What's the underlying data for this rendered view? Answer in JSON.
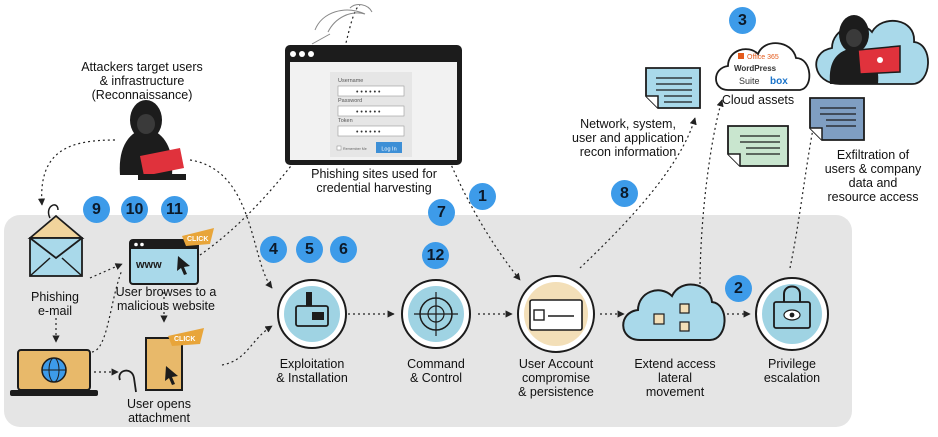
{
  "labels": {
    "reconnaissance": [
      "Attackers target users",
      "& infrastructure",
      "(Reconnaissance)"
    ],
    "phishing_sites": [
      "Phishing sites used for",
      "credential harvesting"
    ],
    "network_recon": [
      "Network, system,",
      "user and application",
      "recon information"
    ],
    "cloud_assets": "Cloud assets",
    "exfiltration": [
      "Exfiltration of",
      "users & company",
      "data and",
      "resource access"
    ],
    "phishing_email": [
      "Phishing",
      "e-mail"
    ],
    "malicious_website": [
      "User browses to a",
      "malicious website"
    ],
    "opens_attachment": [
      "User opens",
      "attachment"
    ],
    "exploitation": [
      "Exploitation",
      "& Installation"
    ],
    "command_control": [
      "Command",
      "& Control"
    ],
    "account_compromise": [
      "User Account",
      "compromise",
      "& persistence"
    ],
    "extend_access": [
      "Extend access",
      "lateral",
      "movement"
    ],
    "privilege_escalation": [
      "Privilege",
      "escalation"
    ]
  },
  "badges": {
    "b1": "1",
    "b2": "2",
    "b3": "3",
    "b4": "4",
    "b5": "5",
    "b6": "6",
    "b7": "7",
    "b8": "8",
    "b9": "9",
    "b10": "10",
    "b11": "11",
    "b12": "12"
  },
  "login_form": {
    "username_label": "Username",
    "password_label": "Password",
    "token_label": "Token",
    "dots": "• • • • • •",
    "remember": "Remember Me",
    "login_button": "Log In"
  },
  "cloud_logos": {
    "office": "Office 365",
    "wordpress": "WordPress",
    "suite": "Suite",
    "box": "box"
  },
  "browser_text": "www",
  "click_text": "CLICK",
  "colors": {
    "panel": "#e5e5e5",
    "badge": "#3d9be9",
    "stage_circle": "#9fd3e3",
    "doc_blue": "#a9d9ea",
    "doc_green": "#c9e6cf",
    "doc_navy": "#7f9ec2",
    "laptop_red": "#e0323c",
    "envelope": "#f1d49c",
    "dark": "#1c1c1c"
  }
}
